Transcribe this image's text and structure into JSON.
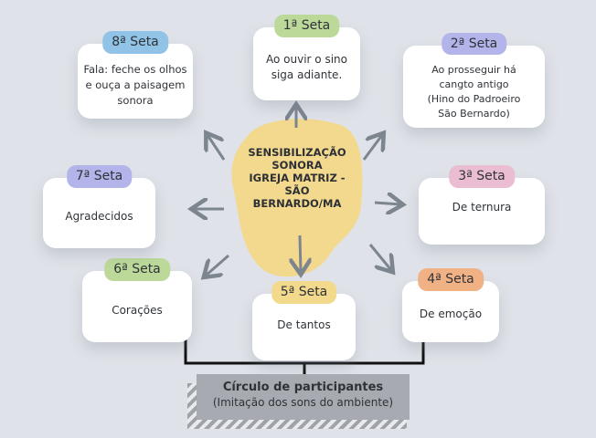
{
  "center": {
    "title": "SENSIBILIZAÇÃO\nSONORA\nIGREJA MATRIZ -\nSÃO\nBERNARDO/MA"
  },
  "cards": [
    {
      "badge": "1ª Seta",
      "text": "Ao ouvir o sino\nsiga adiante.",
      "color": "#bcd99a"
    },
    {
      "badge": "2ª Seta",
      "text": "Ao prosseguir há\ncangto antigo\n(Hino do Padroeiro\nSão Bernardo)",
      "color": "#b3b4ea"
    },
    {
      "badge": "3ª Seta",
      "text": "De ternura",
      "color": "#ebbdd2"
    },
    {
      "badge": "4ª Seta",
      "text": "De emoção",
      "color": "#f0b185"
    },
    {
      "badge": "5ª Seta",
      "text": "De tantos",
      "color": "#f2d98c"
    },
    {
      "badge": "6ª Seta",
      "text": "Corações",
      "color": "#bcd99a"
    },
    {
      "badge": "7ª Seta",
      "text": "Agradecidos",
      "color": "#b3b4ea"
    },
    {
      "badge": "8ª Seta",
      "text": "Fala: feche os olhos\ne ouça a paisagem\nsonora",
      "color": "#90c3e6"
    }
  ],
  "footer": {
    "title": "Círculo de participantes",
    "subtitle": "(Imitação dos sons do ambiente)"
  }
}
